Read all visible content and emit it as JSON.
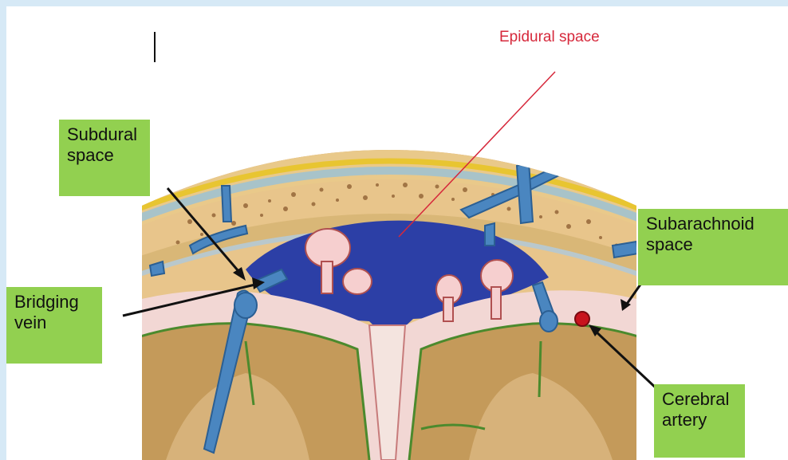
{
  "diagram": {
    "labels": {
      "epidural": "Epidural space",
      "subdural_line1": "Subdural",
      "subdural_line2": "space",
      "subarachnoid_line1": "Subarachnoid",
      "subarachnoid_line2": "space",
      "bridging_line1": "Bridging",
      "bridging_line2": "vein",
      "cerebral_line1": "Cerebral",
      "cerebral_line2": "artery"
    },
    "colors": {
      "label_box": "#92d050",
      "epidural_text": "#d6283b",
      "hematoma": "#2c3fa6",
      "vein": "#4a86c0",
      "artery": "#c8141e",
      "bone": "#e9c98a",
      "brain": "#c49a5a",
      "background": "#d6e9f6"
    }
  }
}
